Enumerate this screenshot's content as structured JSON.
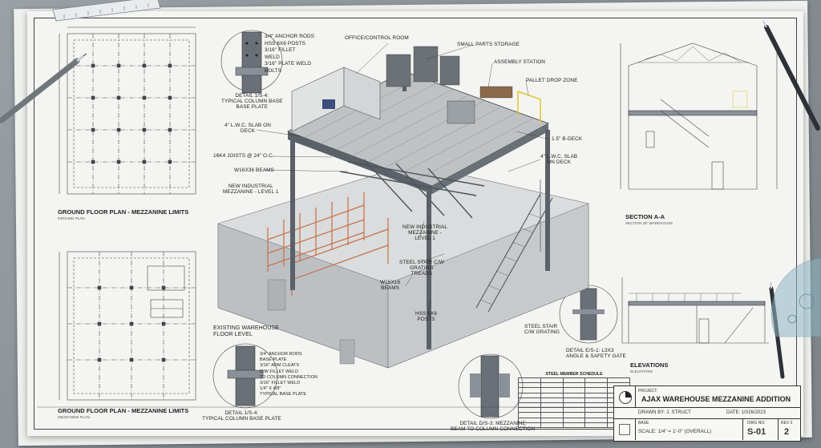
{
  "labels": {
    "office_room": "OFFICE/CONTROL ROOM",
    "small_parts": "SMALL PARTS STORAGE",
    "assembly": "ASSEMBLY STATION",
    "pallet": "PALLET DROP ZONE",
    "slab_left": "4\" L.W.C. SLAB ON\nDECK",
    "joists": "16K4 JOISTS @ 24\" O.C.",
    "beams_top": "W16x36 BEAMS",
    "new_mezz": "NEW INDUSTRIAL\nMEZZANINE - LEVEL 1",
    "bdeck": "1.5\" B-DECK",
    "slab_right": "4\" L.W.C. SLAB\nON DECK",
    "new_mezz2": "NEW INDUSTRIAL\nMEZZANINE -\nLEVEL 1",
    "steel_stair": "STEEL STAIR C/W\nGRATING\nTREADS",
    "w_beams": "W16x16\nBEAMS",
    "hss_posts": "HSS 6x6\nPOSTS",
    "existing": "EXISTING WAREHOUSE\nFLOOR LEVEL",
    "steel_stair2": "STEEL STAIR\nC/W GRATING",
    "detail_top_callouts": "3/4\" ANCHOR RODS\nHSS 6x6 POSTS\n3/16\" FILLET\nWELD\n3/16\" PLATE WELD\nBOLTS",
    "detail_top_title": "DETAIL 1/S-4:\nTYPICAL COLUMN BASE\nBASE PLATE",
    "detail_bl_callouts": "3/4\" ANCHOR RODS\nBASE PLATE\n3/16\" ADM CLEATS\nC/W FILLET WELD\nTO COLUMN CONNECTION\n3/16\" FILLET WELD\n1/4\" x 4/8\"\nTYPICAL BASE PLATE",
    "detail_bl_title": "DETAIL 1/S-4:\nTYPICAL COLUMN BASE PLATE",
    "detail_bm_title": "DETAIL D/S-3: MEZZANINE\nBEAM TO COLUMN CONNECTION",
    "detail_br_title": "DETAIL E/S-1: L3x3\nANGLE & SAFETY GATE"
  },
  "plans": {
    "top_title": "GROUND FLOOR PLAN - MEZZANINE LIMITS",
    "top_sub": "GROUND PLAN",
    "bottom_title": "GROUND FLOOR PLAN - MEZZANINE LIMITS",
    "bottom_sub": "MEZZANINE PLAN"
  },
  "section": {
    "title": "SECTION A-A",
    "sub": "SECTION OF WAREHOUSE"
  },
  "elevations": {
    "title": "ELEVATIONS",
    "sub": "ELEVATIONS"
  },
  "schedule": {
    "title": "STEEL MEMBER SCHEDULE",
    "rows": 10
  },
  "titleblock": {
    "project_label": "PROJECT:",
    "project": "AJAX WAREHOUSE MEZZANINE ADDITION",
    "drawn_by": "DRAWN BY: J. STRUCT",
    "date": "DATE: 10/26/2023",
    "scale_label": "BASE",
    "scale": "SCALE: 1/4\" = 1'-0\" (OVERALL)",
    "dwg_no_label": "DWG NO:",
    "dwg_no": "S-01",
    "rev_label": "REV 2",
    "rev": "2"
  },
  "colors": {
    "paper": "#f4f5f2",
    "ink": "#333333",
    "steel": "#5b6168",
    "rack_orange": "#c8704a",
    "safety_yellow": "#e0c83a"
  }
}
